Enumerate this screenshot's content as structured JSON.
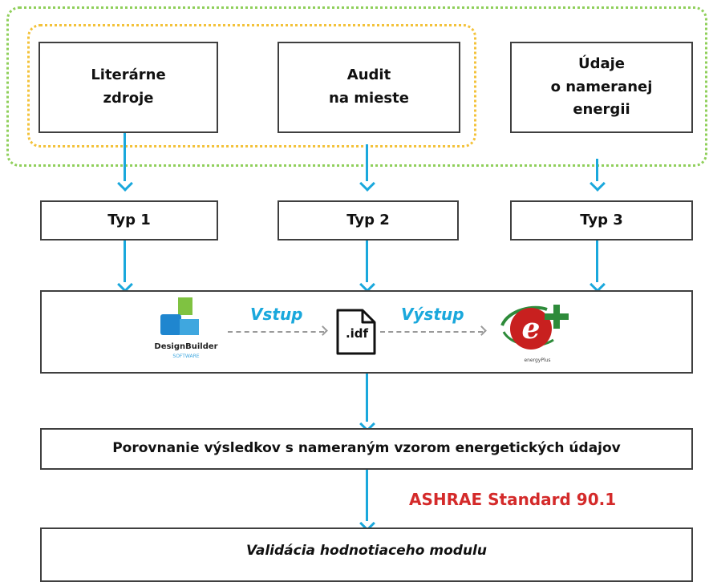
{
  "sources": {
    "literature": "Literárne\nzdroje",
    "audit": "Audit\nna mieste",
    "measured": "Údaje\no nameranej\nenergii"
  },
  "types": {
    "t1": "Typ 1",
    "t2": "Typ 2",
    "t3": "Typ 3"
  },
  "tools": {
    "designbuilder_logo_text": "DesignBuilder",
    "designbuilder_sub": "SOFTWARE",
    "input_label": "Vstup",
    "idf_label": ".idf",
    "output_label": "Výstup",
    "energyplus_logo_text": "energyPlus"
  },
  "comparison": "Porovnanie výsledkov s nameraným vzorom energetických údajov",
  "standard": "ASHRAE Standard 90.1",
  "validation": "Validácia hodnotiaceho modulu",
  "colors": {
    "arrow": "#1aa8dc",
    "outer_group_border": "#8fcf5a",
    "inner_group_border": "#f3c23a",
    "standard_text": "#d42a2a"
  }
}
